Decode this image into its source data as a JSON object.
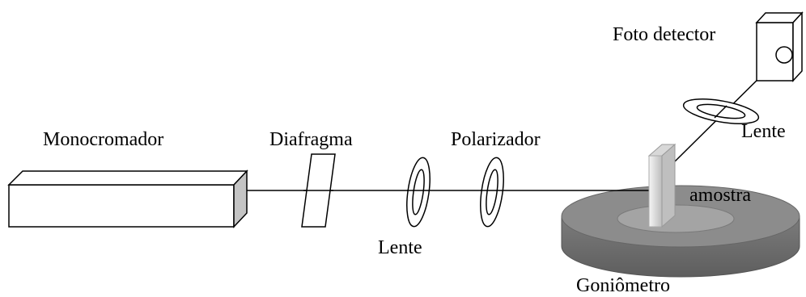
{
  "labels": {
    "monocromador": "Monocromador",
    "diafragma": "Diafragma",
    "polarizador": "Polarizador",
    "lente_input": "Lente",
    "lente_output": "Lente",
    "amostra": "amostra",
    "goniometro": "Goniômetro",
    "foto_detector": "Foto detector"
  },
  "colors": {
    "line": "#000000",
    "box_side": "#c0c0c0",
    "goniometer_top": "#8e8e8e",
    "goniometer_side": "#6e6e6e",
    "goniometer_inner": "#a2a2a2",
    "sample_light": "#efefef",
    "sample_dark": "#bdbdbd"
  }
}
